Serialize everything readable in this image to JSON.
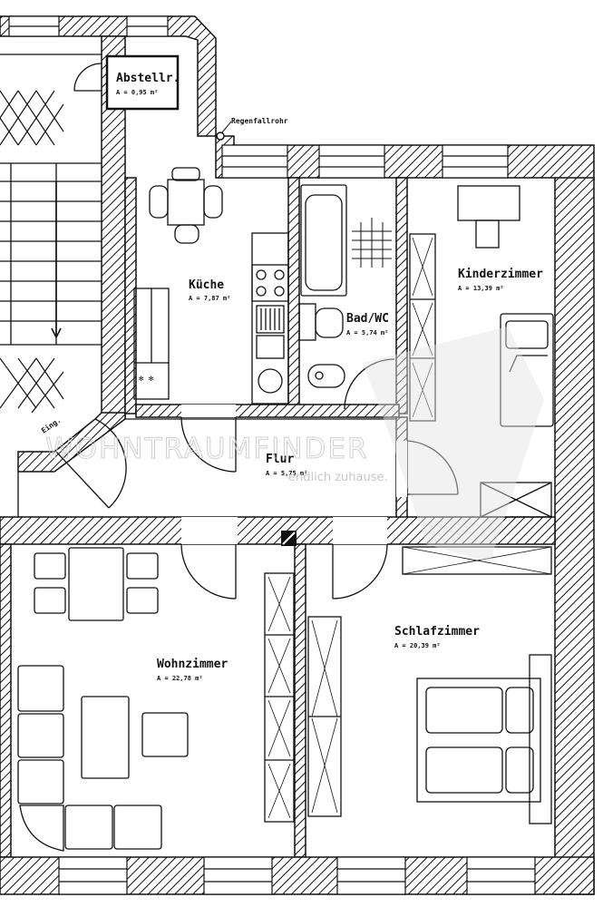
{
  "plan": {
    "rooms": {
      "abstell": {
        "name": "Abstellr.",
        "area": "A = 0,95 m²"
      },
      "kueche": {
        "name": "Küche",
        "area": "A = 7,87 m²"
      },
      "bad": {
        "name": "Bad/WC",
        "area": "A = 5,74 m²"
      },
      "kinder": {
        "name": "Kinderzimmer",
        "area": "A = 13,39 m²"
      },
      "flur": {
        "name": "Flur",
        "area": "A = 5,75 m²"
      },
      "wohn": {
        "name": "Wohnzimmer",
        "area": "A = 22,78 m²"
      },
      "schlaf": {
        "name": "Schlafzimmer",
        "area": "A = 20,39 m²"
      }
    },
    "labels": {
      "fallrohr": "Regenfallrohr",
      "eingang": "Eing."
    },
    "watermark": {
      "brand": "WOHNTRAUMFINDER",
      "tagline": "endlich zuhause."
    }
  }
}
